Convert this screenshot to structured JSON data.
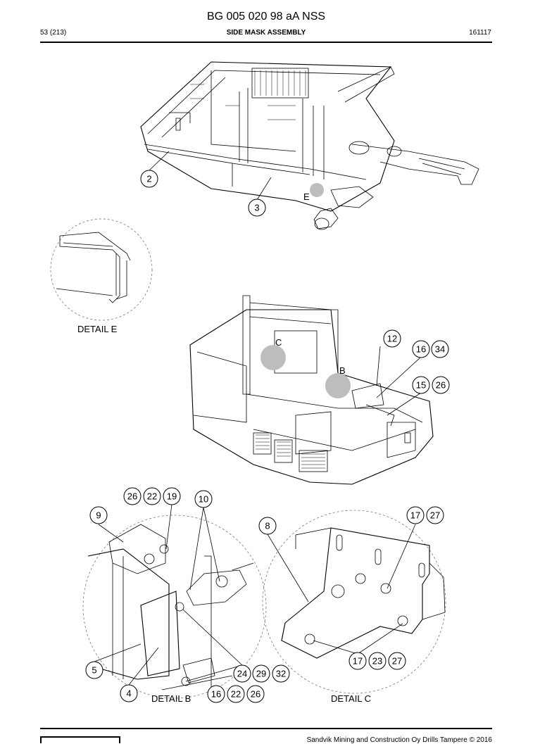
{
  "header": {
    "doc_title": "BG 005 020 98 aA NSS",
    "page": "53 (213)",
    "section": "SIDE MASK ASSEMBLY",
    "code": "161117"
  },
  "footer": {
    "copyright": "Sandvik Mining and Construction Oy Drills Tampere © 2016"
  },
  "callouts": {
    "c2": "2",
    "c3": "3",
    "c12": "12",
    "c16a": "16",
    "c34": "34",
    "c15": "15",
    "c26a": "26",
    "c26b": "26",
    "c22a": "22",
    "c19": "19",
    "c10": "10",
    "c9": "9",
    "c8": "8",
    "c17a": "17",
    "c27a": "27",
    "c5": "5",
    "c24": "24",
    "c29": "29",
    "c32": "32",
    "c4": "4",
    "c16b": "16",
    "c22b": "22",
    "c26c": "26",
    "c17b": "17",
    "c23": "23",
    "c27b": "27"
  },
  "markers": {
    "E": "E",
    "C": "C",
    "B": "B"
  },
  "details": {
    "detail_e": "DETAIL E",
    "detail_b": "DETAIL B",
    "detail_c": "DETAIL C"
  }
}
